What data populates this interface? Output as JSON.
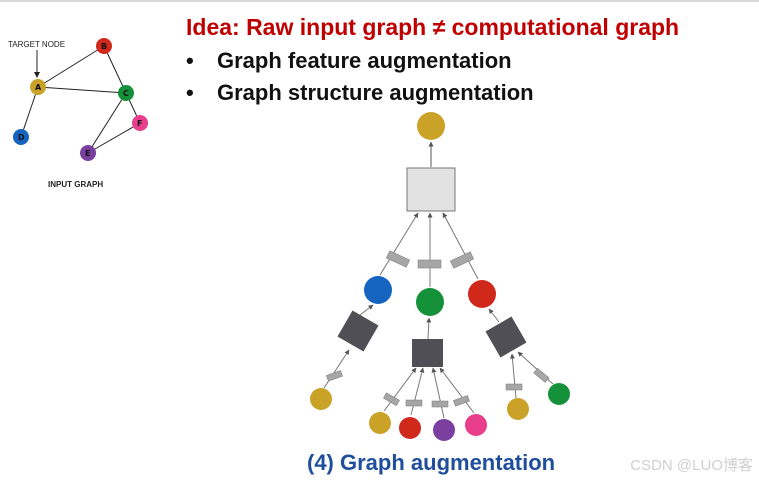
{
  "title": "Idea: Raw input graph ≠ computational graph",
  "bullets": [
    "Graph feature augmentation",
    "Graph structure augmentation"
  ],
  "caption": "(4) Graph augmentation",
  "watermark": "CSDN @LUO博客",
  "input_graph": {
    "target_label": "TARGET NODE",
    "caption": "INPUT GRAPH",
    "nodes": [
      {
        "label": "A",
        "color": "#c9a227"
      },
      {
        "label": "B",
        "color": "#d0281a"
      },
      {
        "label": "C",
        "color": "#15913a"
      },
      {
        "label": "D",
        "color": "#1565c0"
      },
      {
        "label": "E",
        "color": "#7b3fa0"
      },
      {
        "label": "F",
        "color": "#e83e8c"
      }
    ],
    "edges": [
      [
        "A",
        "B"
      ],
      [
        "A",
        "C"
      ],
      [
        "A",
        "D"
      ],
      [
        "B",
        "C"
      ],
      [
        "C",
        "E"
      ],
      [
        "C",
        "F"
      ],
      [
        "E",
        "F"
      ]
    ]
  },
  "colors": {
    "title": "#c00000",
    "caption": "#1f4e9c",
    "aggregator_top": "#e2e2e2",
    "aggregator_inner": "#4f4f55",
    "message_box": "#a6a6a6"
  },
  "comp_graph": {
    "target_color": "#c9a227",
    "level1_colors": [
      "#1565c0",
      "#15913a",
      "#d0281a"
    ],
    "leaf_colors": [
      "#c9a227",
      "#c9a227",
      "#d0281a",
      "#7b3fa0",
      "#e83e8c",
      "#c9a227",
      "#15913a"
    ]
  }
}
